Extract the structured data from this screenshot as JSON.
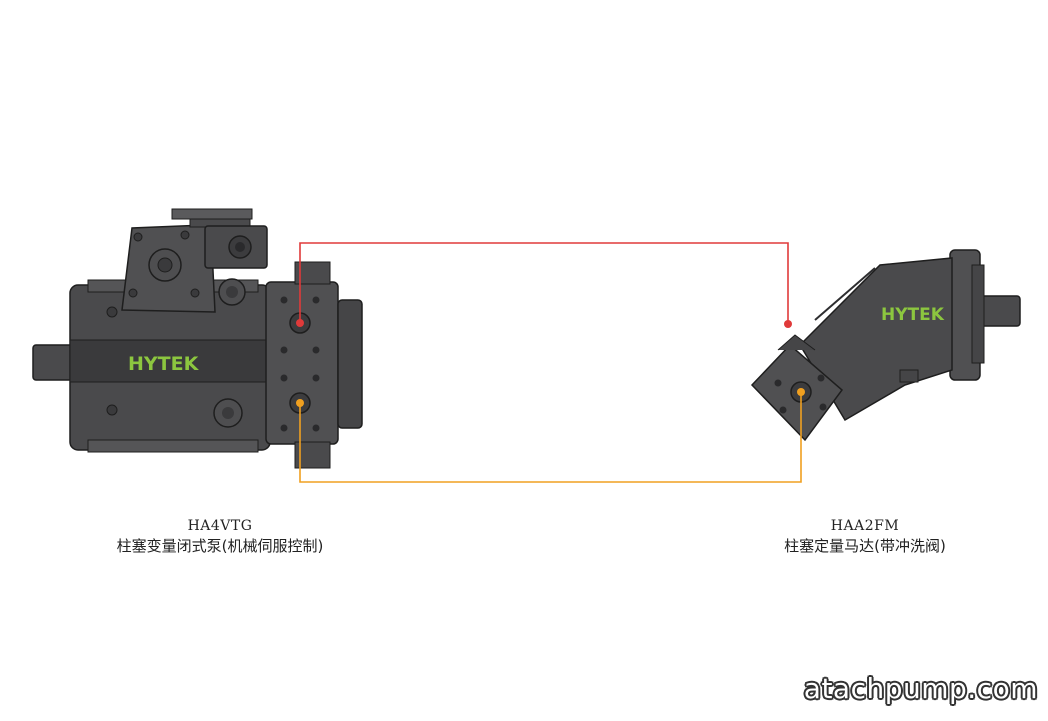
{
  "diagram": {
    "pump": {
      "model": "HA4VTG",
      "description": "柱塞变量闭式泵(机械伺服控制)",
      "brand": "HYTEK"
    },
    "motor": {
      "model": "HAA2FM",
      "description": "柱塞定量马达(带冲洗阀)",
      "brand": "HYTEK"
    },
    "lines": {
      "pressure_color": "#e03a3a",
      "return_color": "#f0a020"
    },
    "colors": {
      "body": "#4a4a4c",
      "body_dark": "#2e2e30",
      "brand_text": "#8cc63f"
    }
  },
  "watermark": "atachpump.com"
}
